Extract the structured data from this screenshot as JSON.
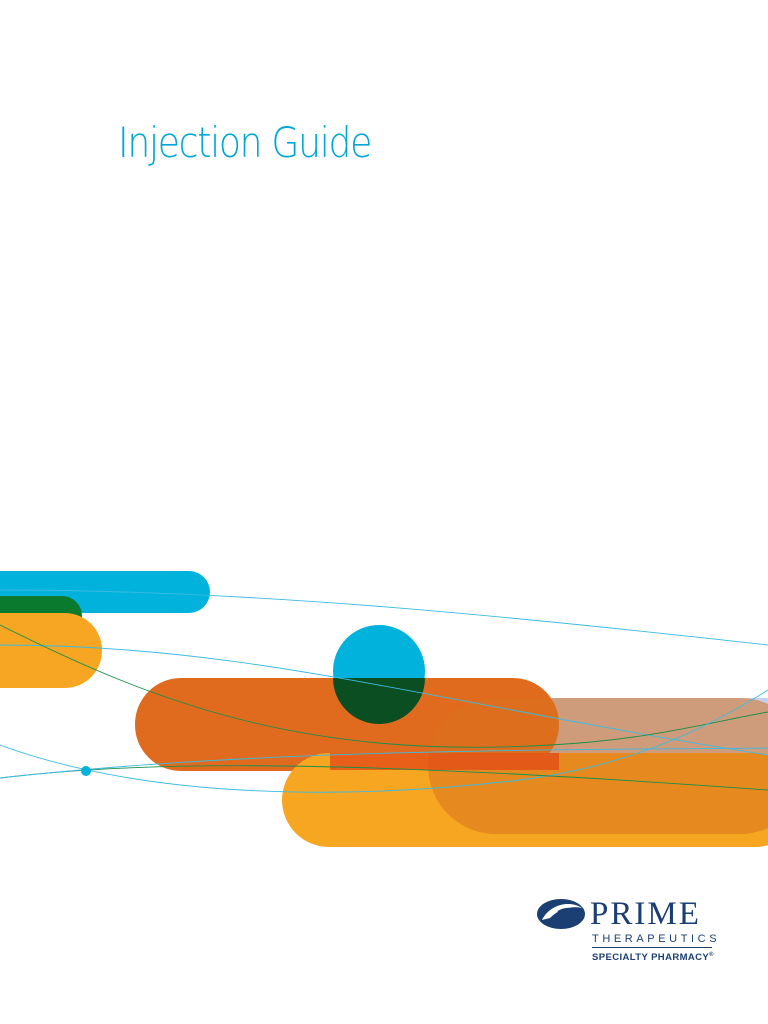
{
  "cover": {
    "title": "Injection Guide"
  },
  "logo": {
    "wordmark": "PRIME",
    "subtitle": "THERAPEUTICS",
    "tagline": "SPECIALTY PHARMACY",
    "trademark": "®",
    "icon": "prime-swoosh-icon"
  },
  "colors": {
    "title": "#00a7d6",
    "cyan": "#00b2dc",
    "green": "#0a7a2f",
    "dark_green": "#0b4e22",
    "orange_light": "#f6a623",
    "orange_dark": "#e06b1f",
    "lavender": "#c3cfec",
    "navy": "#1b3f72"
  }
}
